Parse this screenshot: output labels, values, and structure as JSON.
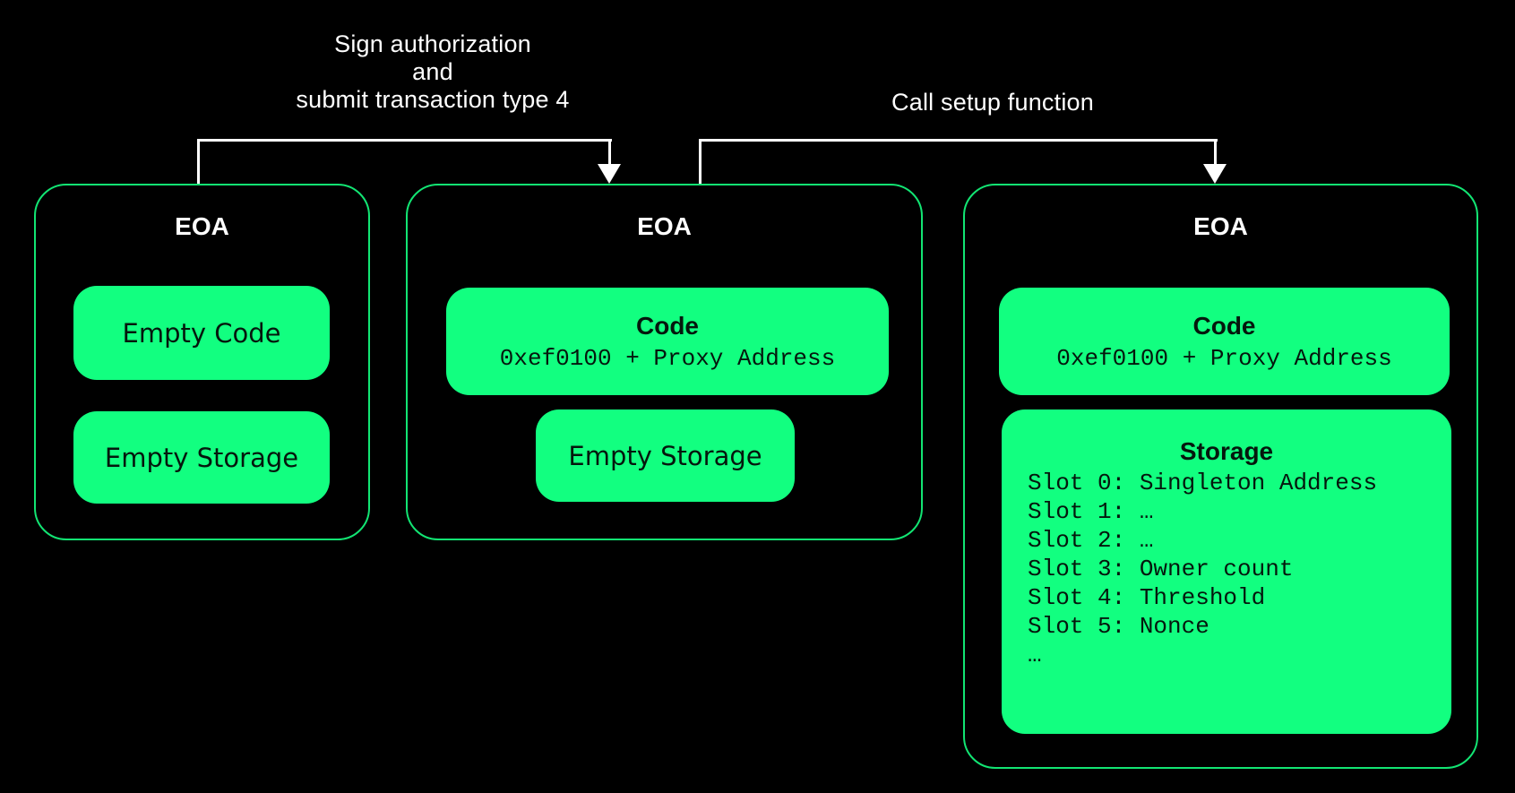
{
  "diagram": {
    "background": "#000000",
    "colors": {
      "box_border": "#12e573",
      "pill_fill": "#12ff80",
      "pill_text": "#05170d",
      "label_text": "#ffffff",
      "arrow": "#ffffff"
    },
    "flow_labels": {
      "sign_authorization": {
        "line1": "Sign authorization",
        "line2": "and",
        "line3": "submit transaction type 4"
      },
      "call_setup": {
        "text": "Call setup function"
      }
    },
    "accounts": [
      {
        "title": "EOA",
        "code_pill": {
          "title": "Empty Code"
        },
        "storage_pill": {
          "title": "Empty Storage"
        }
      },
      {
        "title": "EOA",
        "code_pill": {
          "title": "Code",
          "value": "0xef0100 + Proxy Address"
        },
        "storage_pill": {
          "title": "Empty Storage"
        }
      },
      {
        "title": "EOA",
        "code_pill": {
          "title": "Code",
          "value": "0xef0100 + Proxy Address"
        },
        "storage_pill": {
          "title": "Storage",
          "slots": [
            "Slot 0: Singleton Address",
            "Slot 1: …",
            "Slot 2: …",
            "Slot 3: Owner count",
            "Slot 4: Threshold",
            "Slot 5: Nonce",
            "…"
          ]
        }
      }
    ]
  }
}
